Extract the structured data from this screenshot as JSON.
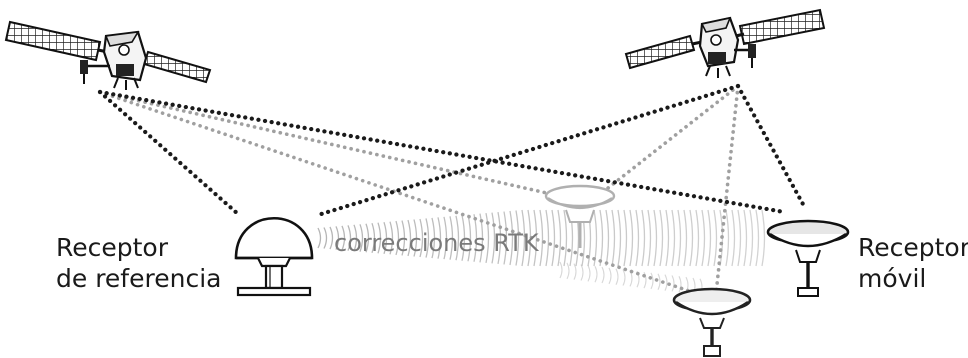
{
  "labels": {
    "reference_receiver": [
      "Receptor",
      "de referencia"
    ],
    "rover_receiver": [
      "Receptor",
      "móvil"
    ],
    "corrections": "correcciones RTK"
  },
  "colors": {
    "dark_link": "#1a1a1a",
    "light_link": "#9a9a9a",
    "wave": "#a8a8a8",
    "outline": "#111111",
    "faded_antenna": "#b0b0b0"
  },
  "icons": [
    "satellite-icon",
    "dome-antenna-icon",
    "gnss-antenna-icon"
  ]
}
